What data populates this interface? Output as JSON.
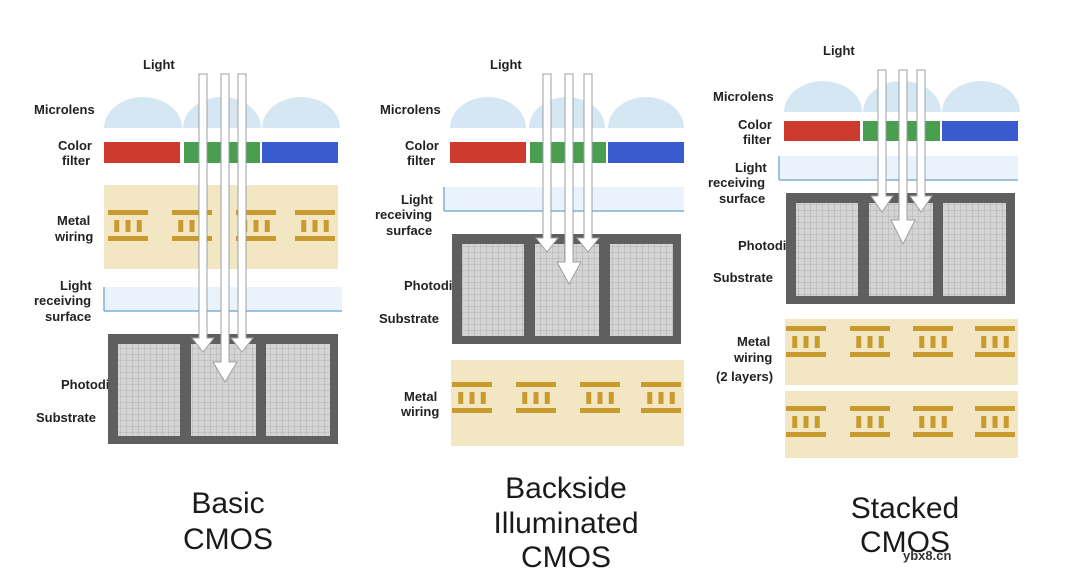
{
  "colors": {
    "microlens": "#d6e7f4",
    "filter_red": "#cc3b2e",
    "filter_green": "#4a9e4f",
    "filter_blue": "#3a5bd0",
    "metal_bg": "#f3e6c3",
    "metal_bar": "#c99a2e",
    "receiving_surface": "#eaf3fb",
    "substrate": "#5f5f5f",
    "photodiode_grid": "#cfcfcf"
  },
  "diagrams": [
    {
      "title_lines": [
        "Basic",
        "CMOS"
      ],
      "labels": {
        "light": "Light",
        "microlens": "Microlens",
        "color_filter": [
          "Color",
          "filter"
        ],
        "metal_wiring": [
          "Metal",
          "wiring"
        ],
        "light_receiving": [
          "Light",
          "receiving",
          "surface"
        ],
        "photodiode": "Photodiode",
        "substrate": "Substrate"
      }
    },
    {
      "title_lines": [
        "Backside",
        "Illuminated",
        "CMOS"
      ],
      "labels": {
        "light": "Light",
        "microlens": "Microlens",
        "color_filter": [
          "Color",
          "filter"
        ],
        "light_receiving": [
          "Light",
          "receiving",
          "surface"
        ],
        "photodiode": "Photodiode",
        "substrate": "Substrate",
        "metal_wiring": [
          "Metal",
          "wiring"
        ]
      }
    },
    {
      "title_lines": [
        "Stacked",
        "CMOS"
      ],
      "labels": {
        "light": "Light",
        "microlens": "Microlens",
        "color_filter": [
          "Color",
          "filter"
        ],
        "light_receiving": [
          "Light",
          "receiving",
          "surface"
        ],
        "photodiode": "Photodiode",
        "substrate": "Substrate",
        "metal_wiring": [
          "Metal",
          "wiring",
          "(2 layers)"
        ]
      }
    }
  ],
  "watermark": "ybx8.cn"
}
